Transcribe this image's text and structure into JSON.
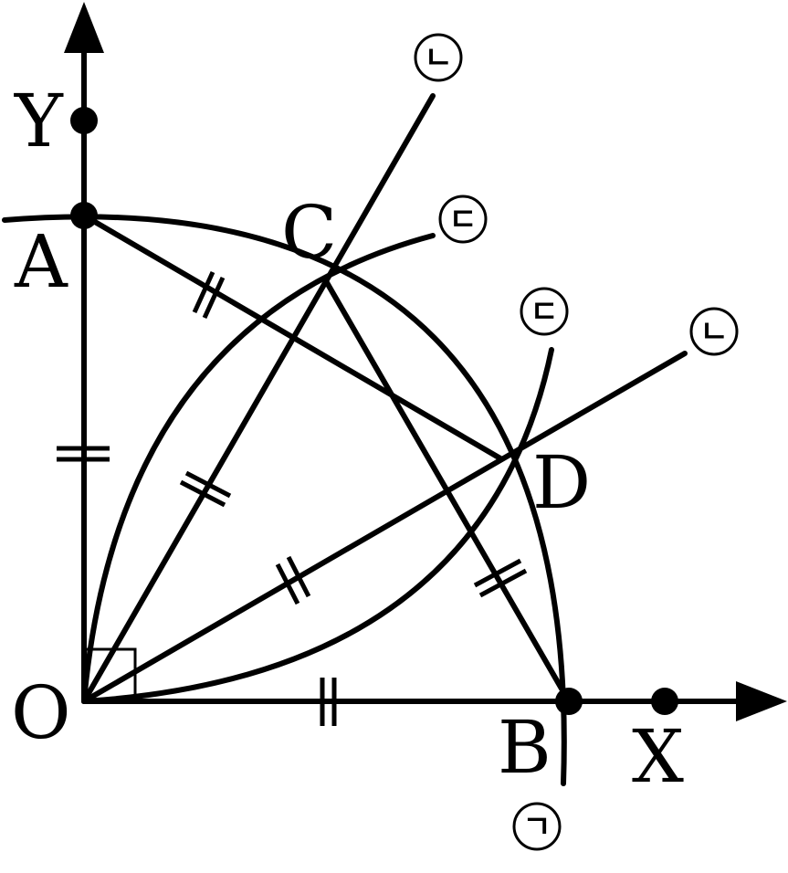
{
  "points": {
    "O": "O",
    "A": "A",
    "B": "B",
    "C": "C",
    "D": "D",
    "X": "X",
    "Y": "Y"
  },
  "step_marks": {
    "arc_main": "ㄱ",
    "ray_c": "ㄴ",
    "ray_d": "ㄴ",
    "arc_c": "ㄷ",
    "arc_d": "ㄷ"
  }
}
